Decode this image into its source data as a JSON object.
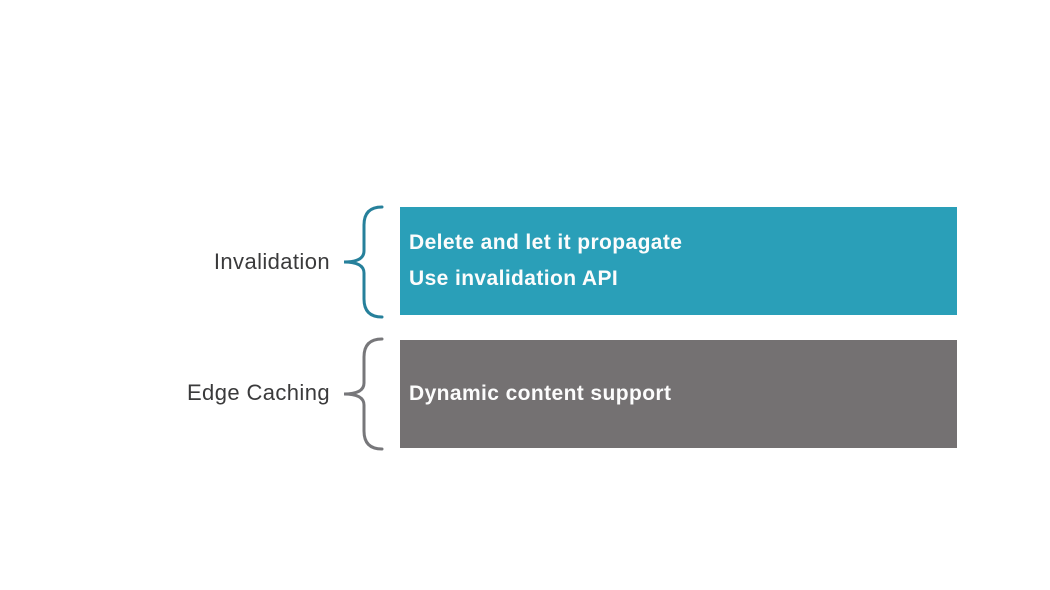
{
  "diagram": {
    "background_color": "#FFFFFF",
    "label_color": "#3A3A3B",
    "rows": [
      {
        "label": "Invalidation",
        "box_color": "#2A9FB8",
        "brace_color": "#26809B",
        "text_color": "#FCFCFC",
        "lines": [
          "Delete and let it propagate",
          "Use invalidation API"
        ]
      },
      {
        "label": "Edge Caching",
        "box_color": "#747172",
        "brace_color": "#77777A",
        "text_color": "#FCFCFC",
        "lines": [
          "Dynamic content support"
        ]
      }
    ]
  }
}
